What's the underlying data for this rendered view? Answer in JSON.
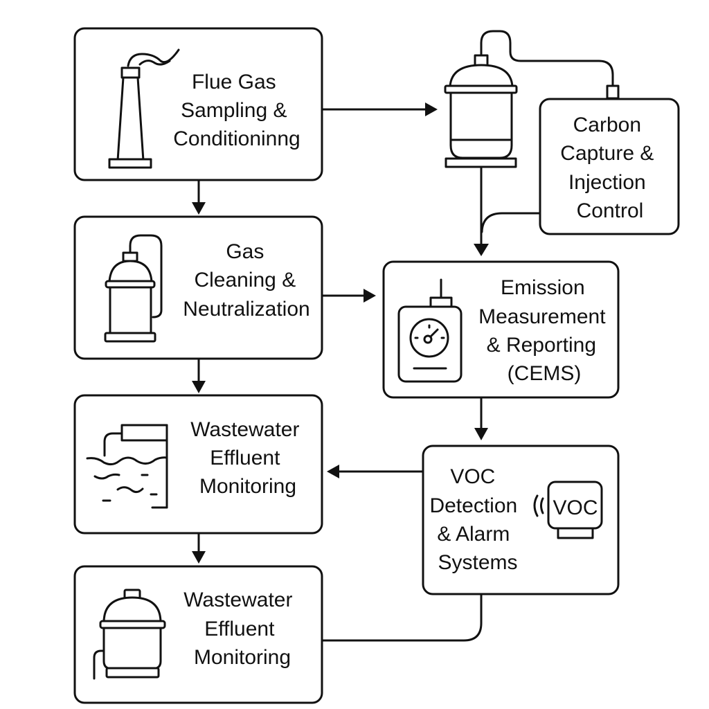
{
  "diagram": {
    "nodes": [
      {
        "id": "flue-gas",
        "icon": "smokestack-icon",
        "lines": [
          "Flue Gas",
          "Sampling &",
          "Conditioninng"
        ]
      },
      {
        "id": "carbon-capture",
        "icon": "none",
        "lines": [
          "Carbon",
          "Capture &",
          "Injection",
          "Control"
        ]
      },
      {
        "id": "gas-cleaning",
        "icon": "gas-cylinder-icon",
        "lines": [
          "Gas",
          "Cleaning &",
          "Neutralization"
        ]
      },
      {
        "id": "emission-measurement",
        "icon": "gauge-meter-icon",
        "lines": [
          "Emission",
          "Measurement",
          "& Reporting",
          "(CEMS)"
        ]
      },
      {
        "id": "wastewater-1",
        "icon": "water-tank-icon",
        "lines": [
          "Wastewater",
          "Effluent",
          "Monitoring"
        ]
      },
      {
        "id": "voc-detection",
        "icon": "voc-sensor-icon",
        "lines": [
          "VOC",
          "Detection",
          "& Alarm",
          "Systems"
        ],
        "badge": "VOC"
      },
      {
        "id": "wastewater-2",
        "icon": "filter-vessel-icon",
        "lines": [
          "Wastewater",
          "Effluent",
          "Monitoring"
        ]
      }
    ],
    "standalone_icons": [
      "scrubber-vessel-icon"
    ],
    "edges": [
      {
        "from": "flue-gas",
        "to": "scrubber-vessel"
      },
      {
        "from": "flue-gas",
        "to": "gas-cleaning"
      },
      {
        "from": "scrubber-vessel",
        "to": "carbon-capture"
      },
      {
        "from": "scrubber-vessel",
        "to": "emission-measurement"
      },
      {
        "from": "carbon-capture",
        "to": "emission-measurement"
      },
      {
        "from": "gas-cleaning",
        "to": "emission-measurement"
      },
      {
        "from": "gas-cleaning",
        "to": "wastewater-1"
      },
      {
        "from": "emission-measurement",
        "to": "voc-detection"
      },
      {
        "from": "voc-detection",
        "to": "wastewater-1"
      },
      {
        "from": "wastewater-1",
        "to": "wastewater-2"
      },
      {
        "from": "voc-detection",
        "to": "wastewater-2"
      }
    ]
  }
}
